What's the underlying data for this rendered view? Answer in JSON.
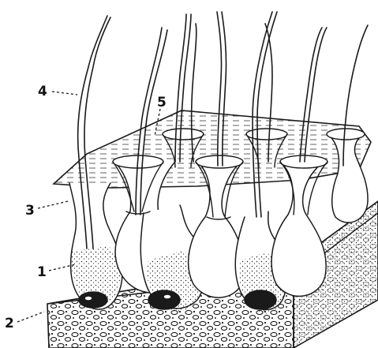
{
  "labels": {
    "l1": "1",
    "l2": "2",
    "l3": "3",
    "l4": "4",
    "l5": "5"
  },
  "colors": {
    "ink": "#1a1a1a",
    "paper": "#ffffff"
  }
}
